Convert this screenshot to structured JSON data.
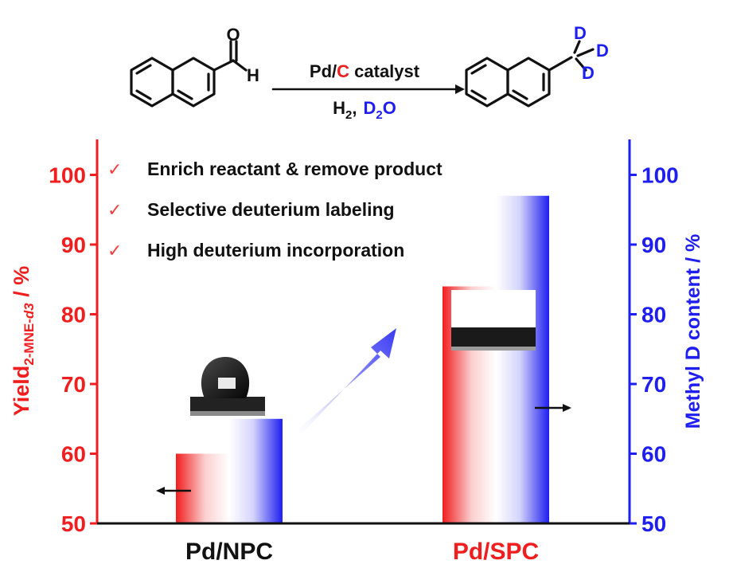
{
  "scheme": {
    "reactant_atoms": {
      "oxygen": "O",
      "hydrogen": "H"
    },
    "product_atoms": {
      "deuterium": "D"
    },
    "arrow_top": {
      "pd": "Pd/",
      "c": "C",
      "rest": " catalyst"
    },
    "arrow_bottom": {
      "h2_text": "H",
      "h2_sub": "2",
      "comma": ",",
      "d2o_d": "D",
      "d2o_sub": "2",
      "d2o_o": "O"
    }
  },
  "features": [
    {
      "check": "✓",
      "text": "Enrich reactant & remove product"
    },
    {
      "check": "✓",
      "text": "Selective deuterium labeling"
    },
    {
      "check": "✓",
      "text": "High deuterium incorporation"
    }
  ],
  "colors": {
    "left_axis": "#f01e1e",
    "right_axis": "#1e1ef0",
    "check": "#f04040",
    "text": "#111111",
    "arrow_gradient_end": "#3a3af5"
  },
  "chart_data": {
    "type": "bar",
    "categories": [
      "Pd/NPC",
      "Pd/SPC"
    ],
    "category_colors": [
      "#111111",
      "#f01e1e"
    ],
    "series": [
      {
        "axis": "left",
        "color": "#f01e1e",
        "values": [
          60,
          84
        ]
      },
      {
        "axis": "right",
        "color": "#1e1ef0",
        "values": [
          65,
          97
        ]
      }
    ],
    "y_left": {
      "label_main": "Yield",
      "label_sub_normal": "2-MNE-",
      "label_sub_italic": "d3",
      "label_tail": " / %",
      "ylim": [
        50,
        105
      ],
      "ticks": [
        50,
        60,
        70,
        80,
        90,
        100
      ]
    },
    "y_right": {
      "label": "Methyl D content / %",
      "ylim": [
        50,
        105
      ],
      "ticks": [
        50,
        60,
        70,
        80,
        90,
        100
      ]
    },
    "legend_arrows": [
      "left",
      "right"
    ]
  }
}
